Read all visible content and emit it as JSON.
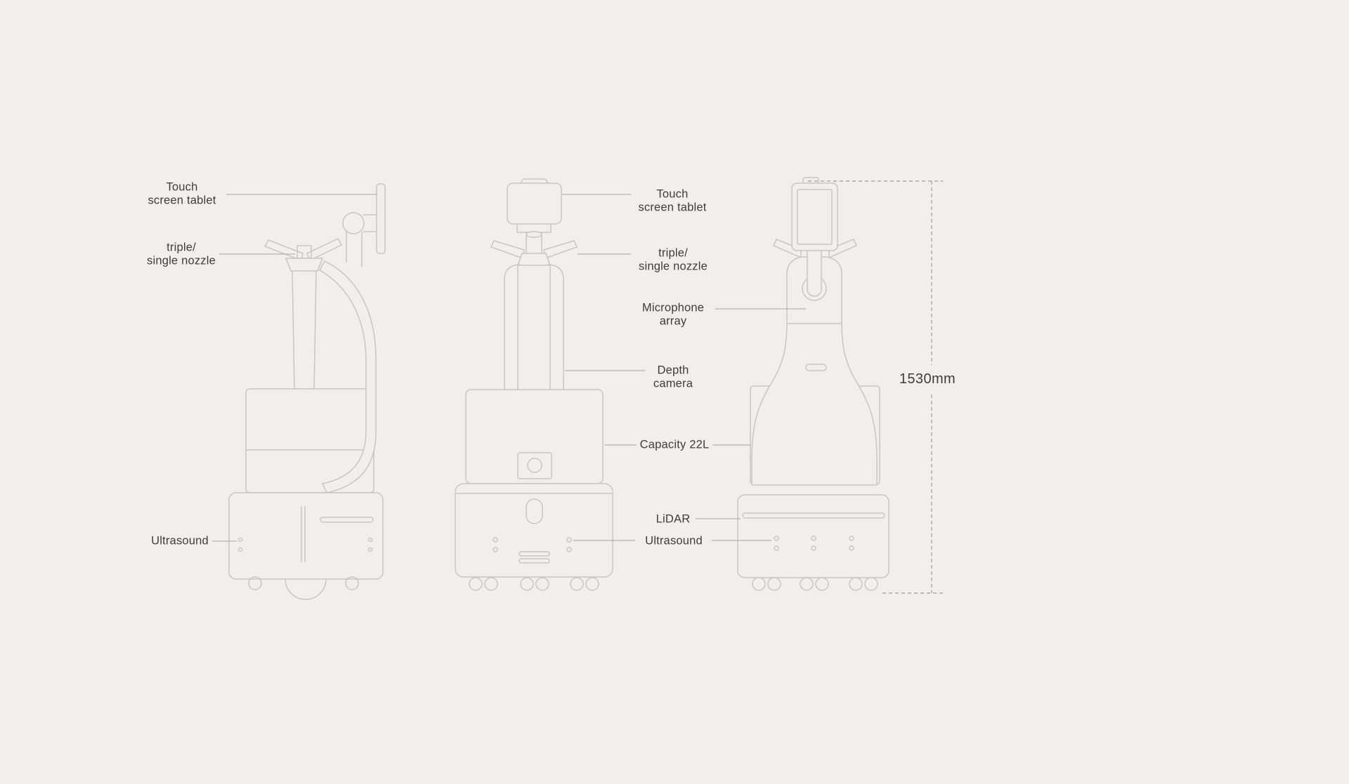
{
  "page": {
    "background_color": "#f0efed",
    "drawing_line_color": "#c7c6c4",
    "leader_line_color": "#b4b3b1",
    "dimension_line_color": "#9c9b99",
    "text_color": "#3d3d3d"
  },
  "labels": {
    "touch_screen_tablet_left": "Touch\nscreen tablet",
    "nozzle_left": "triple/\nsingle nozzle",
    "ultrasound_left": "Ultrasound",
    "touch_screen_tablet_center": "Touch\nscreen tablet",
    "nozzle_center": "triple/\nsingle nozzle",
    "microphone_array": "Microphone\narray",
    "depth_camera": "Depth\ncamera",
    "capacity": "Capacity 22L",
    "lidar": "LiDAR",
    "ultrasound_center": "Ultrasound",
    "height_dimension": "1530mm"
  }
}
